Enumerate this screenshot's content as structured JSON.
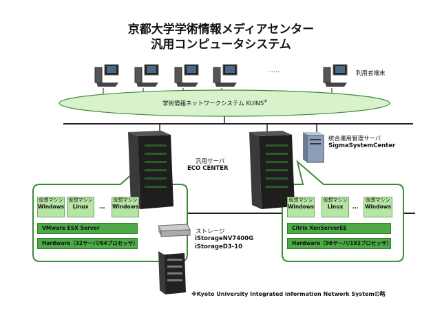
{
  "title": {
    "line1": "京都大学学術情報メディアセンター",
    "line2": "汎用コンピュータシステム"
  },
  "terminals": {
    "ellipsis": "……",
    "label": "利用者端末"
  },
  "network": {
    "label": "学術情報ネットワークシステム KUINS",
    "mark": "※"
  },
  "management": {
    "label": "統合運用管理サーバ",
    "name": "SigmaSystemCenter"
  },
  "server": {
    "label": "汎用サーバ",
    "name": "ECO CENTER"
  },
  "storage": {
    "label": "ストレージ",
    "name1": "iStorageNV7400G",
    "name2": "iStorageD3-10"
  },
  "left_cluster": {
    "vms": [
      {
        "label": "仮想マシン",
        "os": "Windows"
      },
      {
        "label": "仮想マシン",
        "os": "Linux"
      },
      {
        "label": "仮想マシン",
        "os": "Windows"
      }
    ],
    "ellipsis": "…",
    "software": "VMware ESX Server",
    "hardware": "Hardware（32サーバ/64プロセッサ）"
  },
  "right_cluster": {
    "vms": [
      {
        "label": "仮想マシン",
        "os": "Windows"
      },
      {
        "label": "仮想マシン",
        "os": "Linux"
      },
      {
        "label": "仮想マシン",
        "os": "Windows"
      }
    ],
    "ellipsis": "…",
    "software": "Citrix XenServerEE",
    "hardware": "Hardware（96サーバ/192プロセッサ）"
  },
  "footnote": "※Kyoto University Integrated information Network Systemの略",
  "colors": {
    "ellipse": "#d9f2cc",
    "bubble_border": "#3d8a36",
    "bar": "#4ea947",
    "vm": "#b7e5a5"
  }
}
